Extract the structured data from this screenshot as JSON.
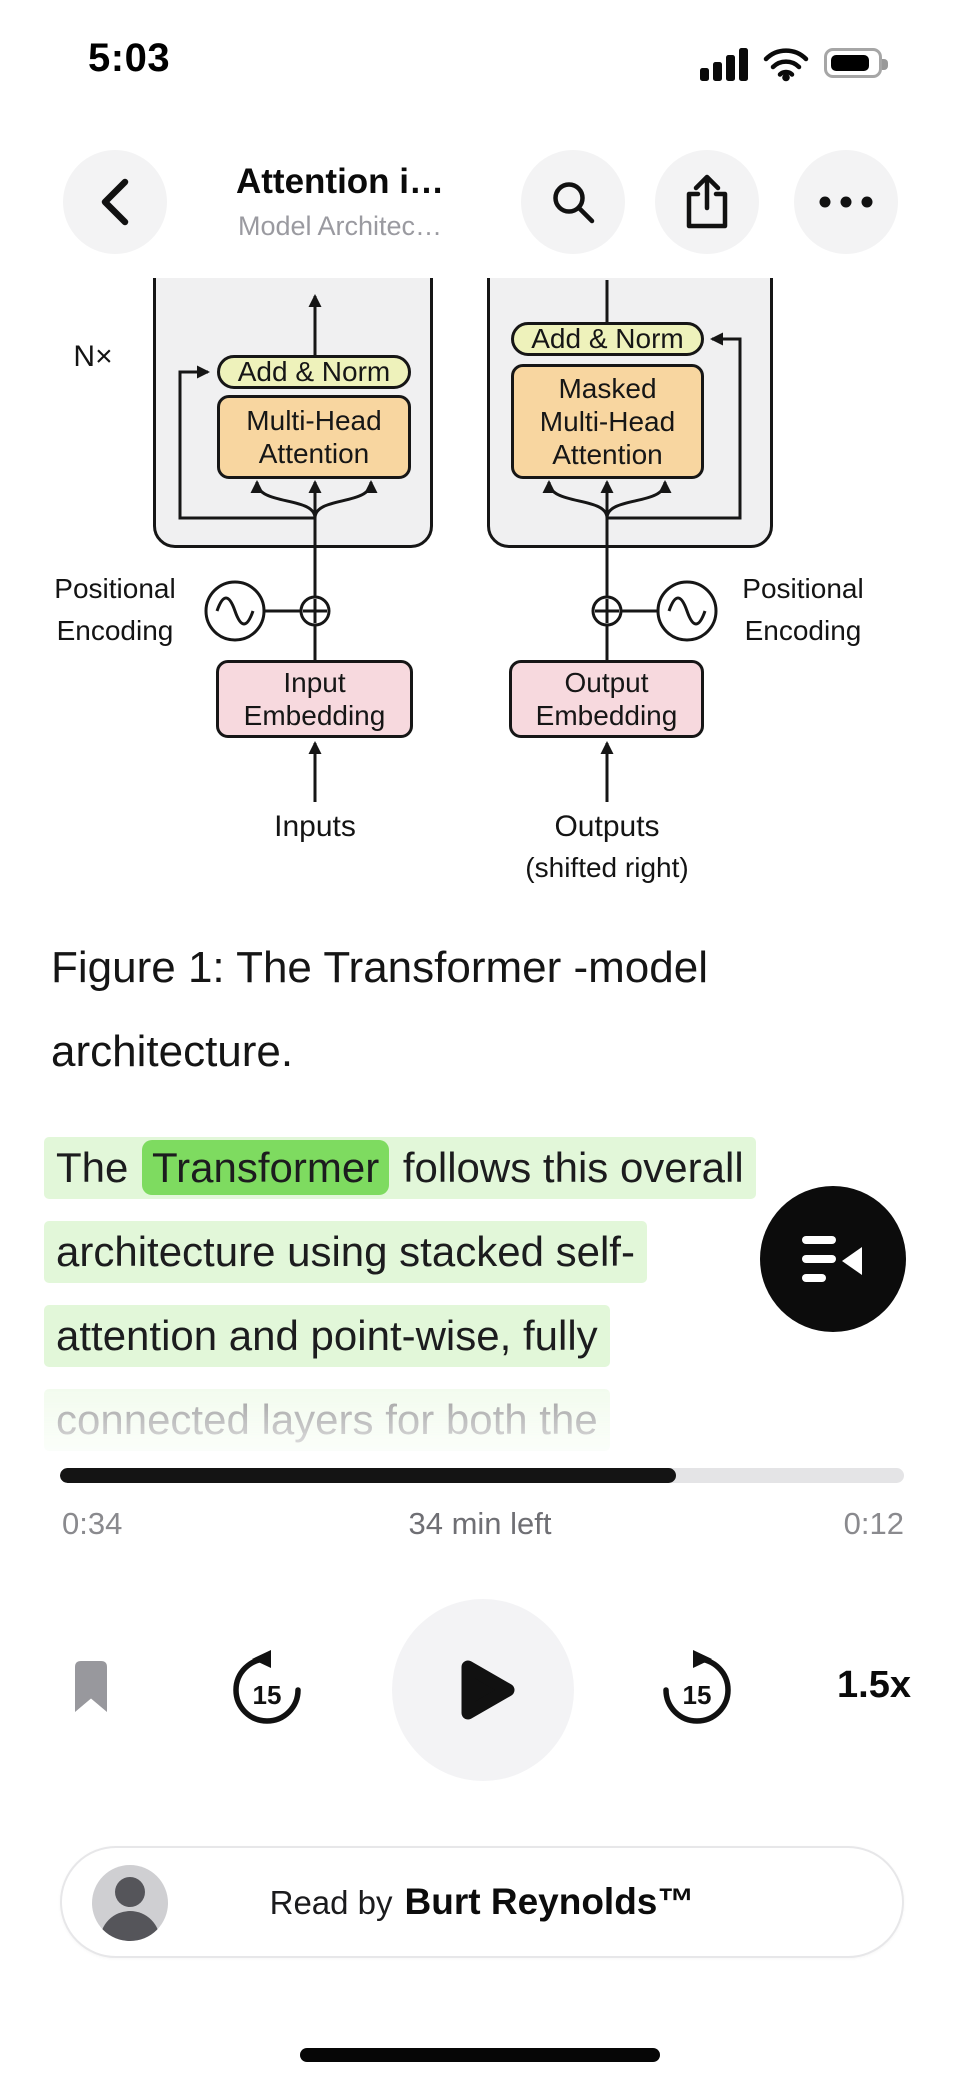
{
  "status_bar": {
    "time": "5:03"
  },
  "header": {
    "title": "Attention i…",
    "subtitle": "Model Architec…"
  },
  "diagram": {
    "nx_label": "N×",
    "encoder": {
      "add_norm": "Add & Norm",
      "attention_line1": "Multi-Head",
      "attention_line2": "Attention"
    },
    "decoder": {
      "add_norm": "Add & Norm",
      "attention_line1": "Masked",
      "attention_line2": "Multi-Head",
      "attention_line3": "Attention"
    },
    "positional_left_line1": "Positional",
    "positional_left_line2": "Encoding",
    "positional_right_line1": "Positional",
    "positional_right_line2": "Encoding",
    "input_embedding_line1": "Input",
    "input_embedding_line2": "Embedding",
    "output_embedding_line1": "Output",
    "output_embedding_line2": "Embedding",
    "inputs_label": "Inputs",
    "outputs_label": "Outputs",
    "outputs_sublabel": "(shifted right)",
    "colors": {
      "block_fill": "#f0f0f1",
      "add_norm_fill": "#eef2bb",
      "attention_fill": "#f8d6a0",
      "embedding_fill": "#f7d9de"
    }
  },
  "caption": {
    "line1": "Figure 1: The Transformer -model",
    "line2": "architecture."
  },
  "paragraph": {
    "line1_prefix": "The ",
    "highlight_word": "Transformer",
    "line1_suffix": " follows this overall",
    "line2": "architecture using stacked self-",
    "line3": "attention and point-wise, fully",
    "line4": "connected layers for both the",
    "colors": {
      "sentence_highlight": "#e2f7d9",
      "word_highlight": "#7edb60"
    }
  },
  "player": {
    "elapsed": "0:34",
    "center_label": "34 min left",
    "remaining": "0:12",
    "progress_percent": 73,
    "skip_back_label": "15",
    "skip_forward_label": "15",
    "speed": "1.5x"
  },
  "voice": {
    "read_by_label": "Read by",
    "narrator": "Burt Reynolds™"
  }
}
